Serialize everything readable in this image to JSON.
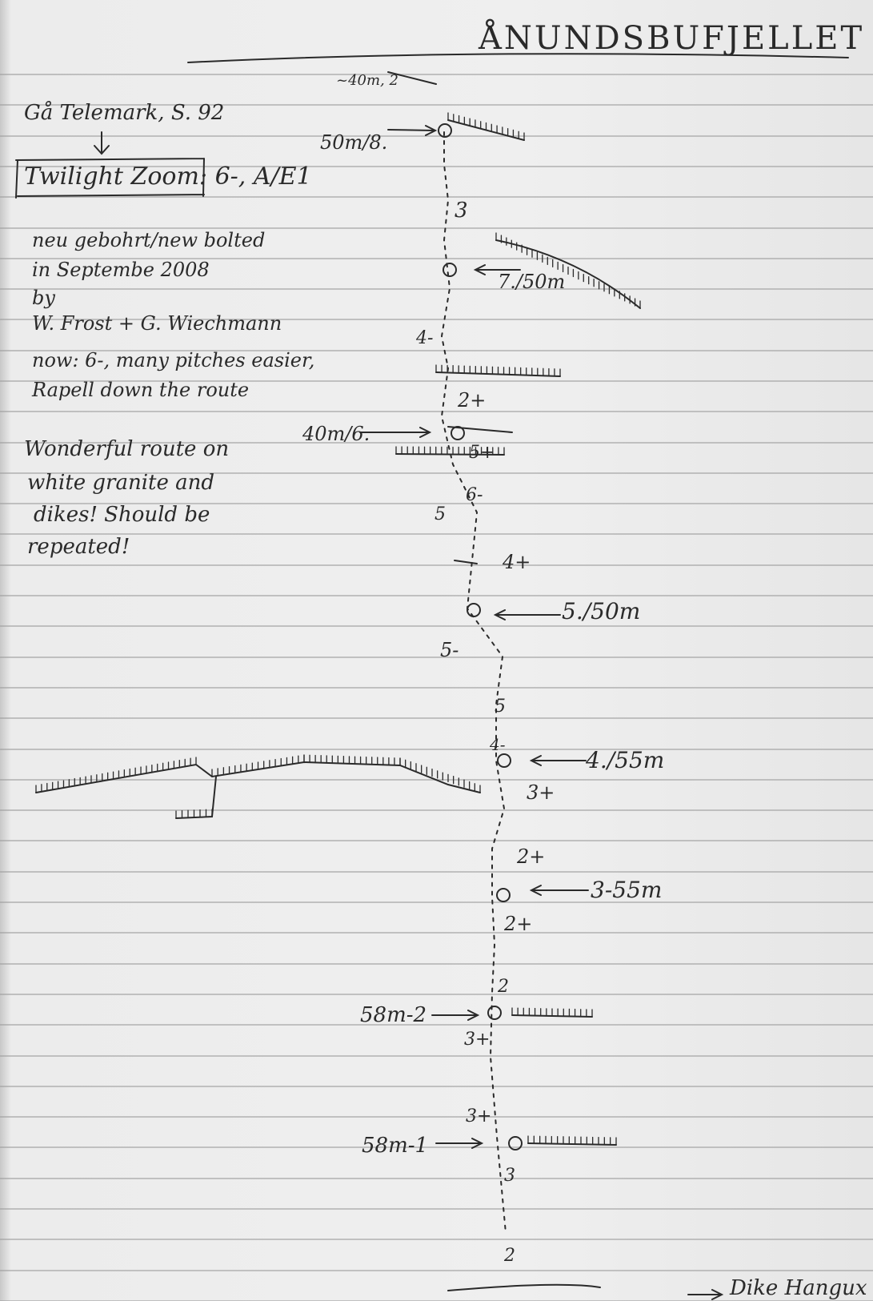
{
  "title": "ÅNUNDSBUFJELLET",
  "notes": {
    "reference": "Gå Telemark, S. 92",
    "route": "Twilight Zoom: 6-, A/E1",
    "rebolted_1": "neu gebohrt/new bolted",
    "rebolted_2": "in Septembe 2008",
    "rebolted_3": "by",
    "rebolted_4": "W. Frost + G. Wiechmann",
    "now_1": "now: 6-, many pitches easier,",
    "now_2": "Rapell down the route",
    "comment_1": "Wonderful route on",
    "comment_2": "white granite and",
    "comment_3": "dikes! Should be",
    "comment_4": "repeated!"
  },
  "topo": {
    "top_note": "~40m, 2",
    "belays": [
      {
        "label": "50m/8."
      },
      {
        "label": "7./50m"
      },
      {
        "label": "40m/6."
      },
      {
        "label": "5./50m"
      },
      {
        "label": "4./55m"
      },
      {
        "label": "3-55m"
      },
      {
        "label": "58m-2"
      },
      {
        "label": "58m-1"
      }
    ],
    "grades": [
      "3",
      "4-",
      "2+",
      "5+",
      "6-",
      "5",
      "4+",
      "5-",
      "5",
      "4-",
      "3+",
      "2+",
      "2+",
      "2",
      "3+",
      "3+",
      "3",
      "2"
    ],
    "exit_note": "Dike Hangux"
  },
  "colors": {
    "ink": "#2a2a2a",
    "paper": "#ececec",
    "rule": "#9a9a9a"
  }
}
